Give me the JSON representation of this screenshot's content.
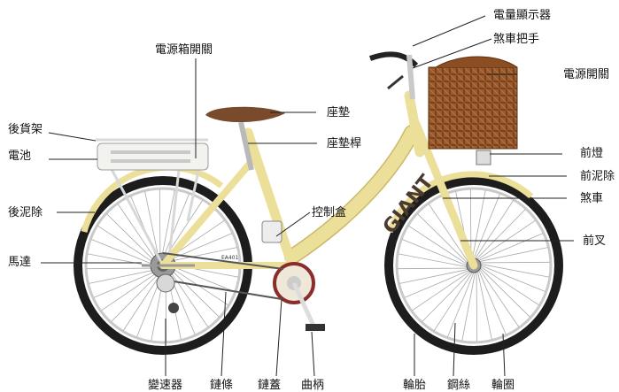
{
  "labels": {
    "meter": "電量顯示器",
    "brake_lever": "煞車把手",
    "power_switch": "電源開關",
    "battery_switch": "電源箱開關",
    "rear_rack": "後貨架",
    "battery": "電池",
    "seat": "座墊",
    "seat_post": "座墊桿",
    "front_light": "前燈",
    "front_fender": "前泥除",
    "brake": "煞車",
    "rear_fender": "後泥除",
    "controller": "控制盒",
    "front_fork": "前叉",
    "motor": "馬達",
    "derailleur": "變速器",
    "chain": "鏈條",
    "chain_guard": "鏈蓋",
    "crank": "曲柄",
    "tire": "輪胎",
    "spokes": "鋼絲",
    "rim": "輪圈"
  },
  "frame_text": {
    "brand": "GIANT",
    "model": "EA401"
  },
  "colors": {
    "frame": "#ecdf9a",
    "frame_edge": "#c9b86a",
    "tire": "#1d1d1d",
    "saddle": "#7a4a2c",
    "basket": "#9a5a2c",
    "chrome": "#b9b9b9",
    "battery": "#f2f2ef",
    "lines": "#222222"
  }
}
